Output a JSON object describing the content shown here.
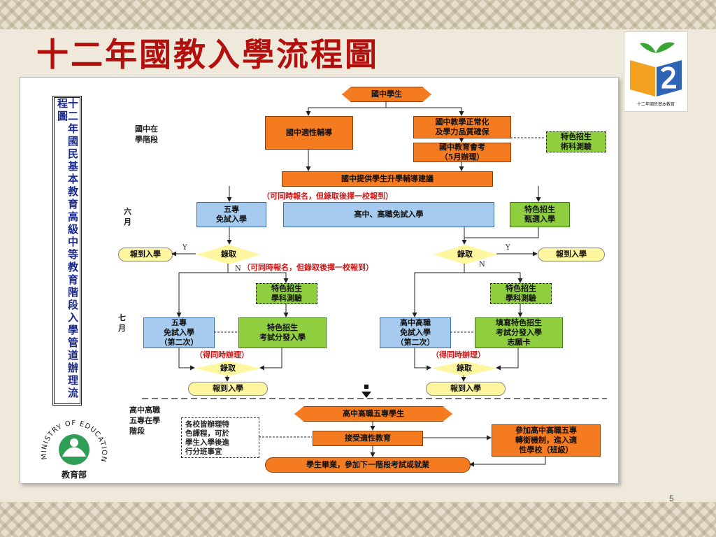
{
  "slide": {
    "title": "十二年國教入學流程圖",
    "page_number": "5",
    "logo_caption": "十二年國民基本教育",
    "vertical_title": "十二年國民基本教育高級中等教育階段入學管道辦理流程圖"
  },
  "seal": {
    "arc_text": "MINISTRY OF EDUCATION",
    "label": "教育部"
  },
  "stages": {
    "junior": "國中在\n學階段",
    "june": "六\n月",
    "july": "七\n月",
    "senior": "高中高職\n五專在學\n階段"
  },
  "nodes": {
    "start": "國中學生",
    "guidance": "國中適性輔導",
    "normalize": "國中教學正常化\n及學力品質確保",
    "exam": "國中教育會考\n（5月辦理）",
    "special_test_top": "特色招生\n術科測驗",
    "suggestion": "國中提供學生升學輔導建議",
    "five_year_free": "五專\n免試入學",
    "hs_free": "高中、高職免試入學",
    "special_select": "特色招生\n甄選入學",
    "admit_left": "錄取",
    "admit_right": "錄取",
    "report_left": "報到入學",
    "report_right": "報到入學",
    "special_test_left": "特色招生\n學科測驗",
    "special_test_right": "特色招生\n學科測驗",
    "five_year_free2": "五專\n免試入學\n（第二次）",
    "special_exam": "特色招生\n考試分發入學",
    "hs_free2": "高中高職\n免試入學\n（第二次）",
    "fill_card": "填寫特色招生\n考試分發入學\n志願卡",
    "admit_bl": "錄取",
    "admit_br": "錄取",
    "report_bl": "報到入學",
    "report_br": "報到入學",
    "senior_student": "高中高職五專學生",
    "adaptive_edu": "接受適性教育",
    "transfer": "參加高中高職五專\n轉銜機制，進入適\n性學校（班級）",
    "graduate": "學生畢業，參加下一階段考試或就業",
    "school_note": "各校皆辦理特\n色課程，可於\n學生入學後進\n行分班事宜"
  },
  "notes": {
    "top": "（可同時報名，但錄取後擇一校報到）",
    "mid": "（可同時報名，但錄取後擇一校報到）",
    "left_same_time": "（得同時辦理）",
    "right_same_time": "（得同時辦理）"
  },
  "yn": {
    "y": "Y",
    "n": "N"
  },
  "colors": {
    "title": "#b3100e",
    "orange": "#f47b20",
    "blue": "#a6cbee",
    "green": "#8fcf3f",
    "yellow": "#fff7a0",
    "note_red": "#d01818"
  }
}
